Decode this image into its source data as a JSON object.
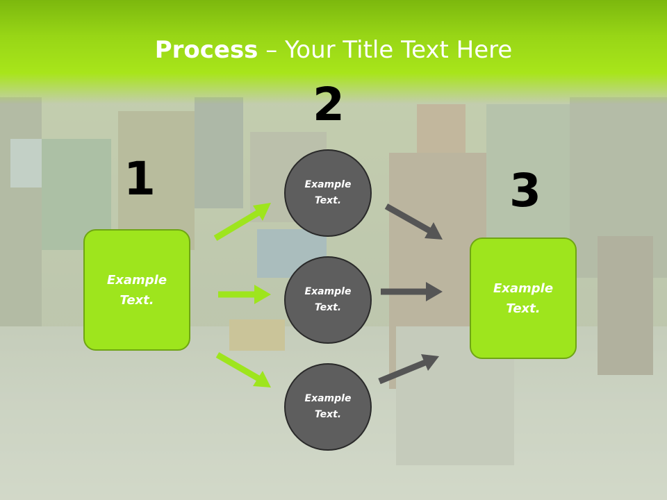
{
  "title": {
    "bold": "Process",
    "rest": " – Your Title Text Here"
  },
  "steps": [
    {
      "number": "1",
      "text_line1": "Example",
      "text_line2": "Text."
    },
    {
      "number": "2",
      "items": [
        {
          "text_line1": "Example",
          "text_line2": "Text."
        },
        {
          "text_line1": "Example",
          "text_line2": "Text."
        },
        {
          "text_line1": "Example",
          "text_line2": "Text."
        }
      ]
    },
    {
      "number": "3",
      "text_line1": "Example",
      "text_line2": "Text."
    }
  ],
  "colors": {
    "accent_green": "#9ee51d",
    "circle_gray": "#5e5e5e",
    "arrow_gray": "#555555",
    "header_green": "#a8e51a"
  }
}
